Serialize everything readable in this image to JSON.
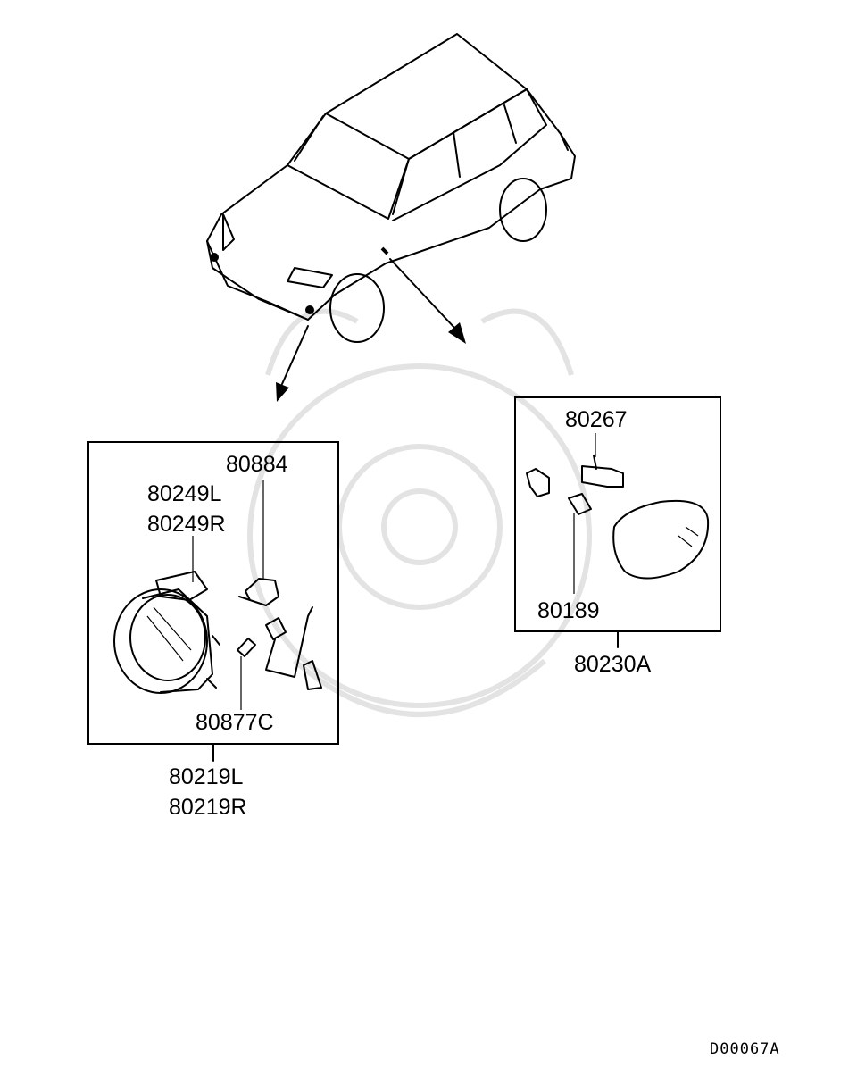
{
  "diagram_id": "D00067A",
  "fog_lamp_assembly": {
    "parts": [
      "80884",
      "80249L",
      "80249R",
      "80877C"
    ],
    "assembly_numbers": [
      "80219L",
      "80219R"
    ]
  },
  "side_lamp_assembly": {
    "parts": [
      "80267",
      "80189"
    ],
    "assembly_number": "80230A"
  }
}
